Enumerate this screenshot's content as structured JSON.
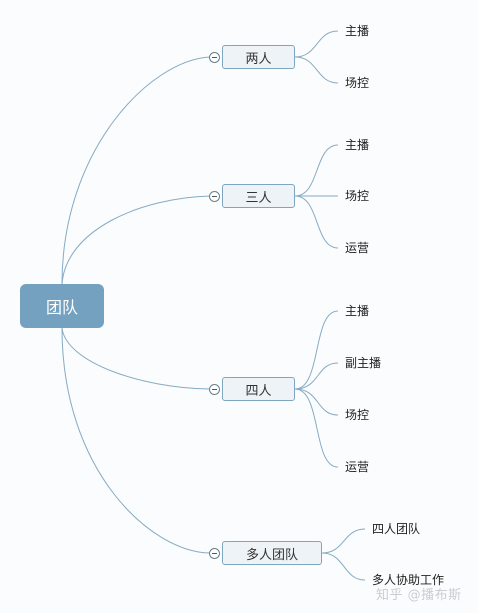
{
  "root": {
    "label": "团队"
  },
  "branches": [
    {
      "label": "两人",
      "children": [
        "主播",
        "场控"
      ]
    },
    {
      "label": "三人",
      "children": [
        "主播",
        "场控",
        "运营"
      ]
    },
    {
      "label": "四人",
      "children": [
        "主播",
        "副主播",
        "场控",
        "运营"
      ]
    },
    {
      "label": "多人团队",
      "children": [
        "四人团队",
        "多人协助工作"
      ]
    }
  ],
  "watermark": "知乎 @播布斯",
  "colors": {
    "root_fill": "#73a1bf",
    "branch_fill": "#eef3f7",
    "link": "#86abc3"
  }
}
